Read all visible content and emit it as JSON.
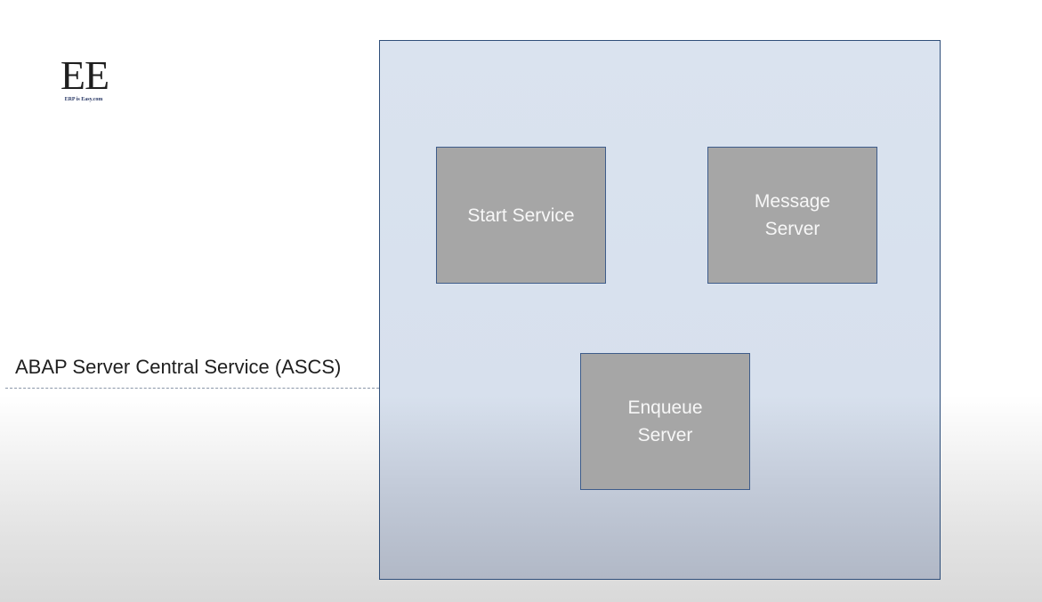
{
  "logo": {
    "mark": "EE",
    "tagline": "ERP is Easy.com"
  },
  "side_label": "ABAP Server Central Service (ASCS)",
  "components": {
    "start_service": [
      "Start Service"
    ],
    "message_server": [
      "Message",
      "Server"
    ],
    "enqueue_server": [
      "Enqueue",
      "Server"
    ]
  },
  "colors": {
    "container_fill": "#dae3ef",
    "container_border": "#2f4f7a",
    "component_fill": "#a6a6a6",
    "component_border": "#3e5c8a",
    "component_text": "#f7f7f7",
    "connector": "#8a96a8"
  }
}
